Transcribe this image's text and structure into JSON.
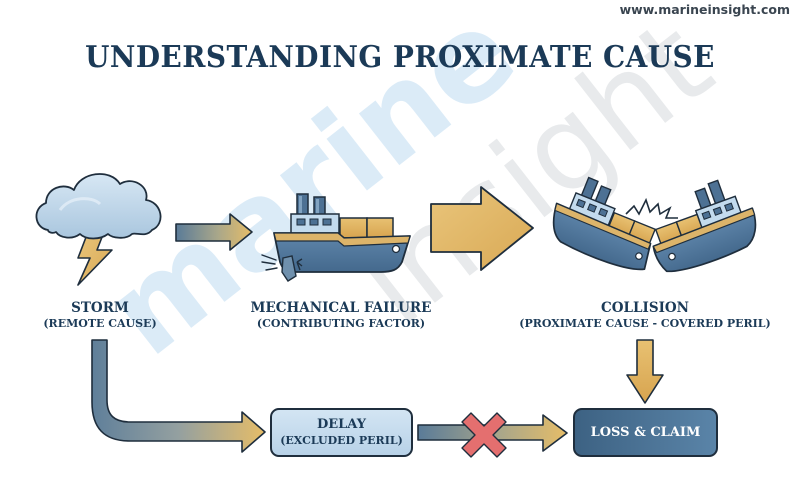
{
  "header": {
    "site_url": "www.marineinsight.com",
    "title": "UNDERSTANDING PROXIMATE CAUSE"
  },
  "watermark": {
    "part1": "marine",
    "part2": "insight"
  },
  "stages": [
    {
      "id": "storm",
      "title": "STORM",
      "subtitle": "(REMOTE CAUSE)",
      "icon": "storm-cloud-lightning-icon"
    },
    {
      "id": "mechanical",
      "title": "MECHANICAL FAILURE",
      "subtitle": "(CONTRIBUTING FACTOR)",
      "icon": "ship-broken-propeller-icon"
    },
    {
      "id": "collision",
      "title": "COLLISION",
      "subtitle": "(PROXIMATE CAUSE - COVERED PERIL)",
      "icon": "colliding-ships-icon"
    }
  ],
  "boxes": {
    "delay": {
      "title": "DELAY",
      "subtitle": "(EXCLUDED PERIL)"
    },
    "loss": {
      "title": "LOSS & CLAIM"
    }
  },
  "connectors": [
    {
      "from": "storm",
      "to": "mechanical",
      "type": "arrow"
    },
    {
      "from": "mechanical",
      "to": "collision",
      "type": "large-arrow"
    },
    {
      "from": "storm",
      "to": "delay",
      "type": "elbow-arrow"
    },
    {
      "from": "delay",
      "to": "loss",
      "type": "blocked-arrow",
      "marker": "red-x"
    },
    {
      "from": "collision",
      "to": "loss",
      "type": "down-arrow"
    }
  ],
  "colors": {
    "navy": "#1b3a57",
    "steel_blue": "#4d7194",
    "gold": "#e2b963",
    "light_blue": "#c5dcee",
    "red_x": "#e46f6f",
    "outline": "#1f2e3d"
  }
}
